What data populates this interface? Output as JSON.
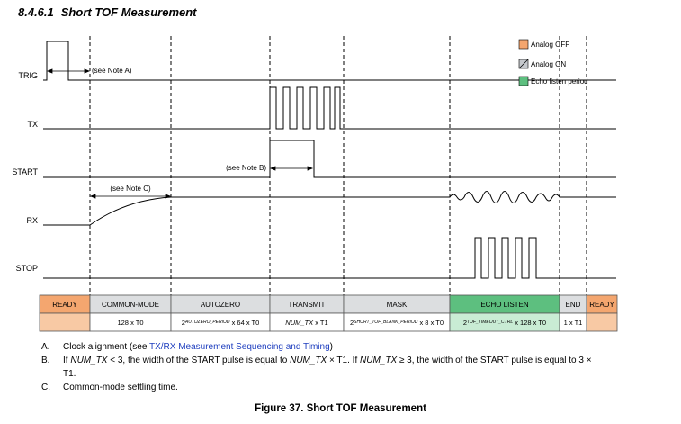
{
  "section": {
    "number": "8.4.6.1",
    "title": "Short TOF Measurement"
  },
  "signals": [
    "TRIG",
    "TX",
    "START",
    "RX",
    "STOP"
  ],
  "annotations": {
    "note_a": "(see Note A)",
    "note_b": "(see Note B)",
    "note_c": "(see Note C)"
  },
  "legend": [
    {
      "label": "Analog OFF",
      "color": "#f4a66f"
    },
    {
      "label": "Analog ON",
      "color": "#c5c8cc"
    },
    {
      "label": "Echo listen period",
      "color": "#5dbf7f"
    }
  ],
  "phases": [
    {
      "name": "READY",
      "duration": "",
      "color": "#f4a66f"
    },
    {
      "name": "COMMON-MODE",
      "duration": "128 x T0",
      "color": "#dcdee0"
    },
    {
      "name": "AUTOZERO",
      "duration_prefix": "2",
      "duration_sub": "AUTOZERO_PERIOD",
      "duration_suffix": " x 64 x T0",
      "color": "#dcdee0"
    },
    {
      "name": "TRANSMIT",
      "duration_italic": "NUM_TX",
      "duration_suffix": " x T1",
      "color": "#dcdee0"
    },
    {
      "name": "MASK",
      "duration_prefix": "2",
      "duration_sub": "SHORT_TOF_BLANK_PERIOD",
      "duration_suffix": " x 8 x T0",
      "color": "#dcdee0"
    },
    {
      "name": "ECHO LISTEN",
      "duration_prefix": "2",
      "duration_sub": "TOF_TIMEOUT_CTRL",
      "duration_suffix": " x 128 x T0",
      "color": "#5dbf7f"
    },
    {
      "name": "END",
      "duration": "1 x T1",
      "color": "#dcdee0"
    },
    {
      "name": "READY",
      "duration": "",
      "color": "#f4a66f"
    }
  ],
  "notes": [
    {
      "letter": "A.",
      "prefix": "Clock alignment (see ",
      "link": "TX/RX Measurement Sequencing and Timing",
      "suffix": ")"
    },
    {
      "letter": "B.",
      "text_html_parts": [
        "If ",
        "NUM_TX",
        " < 3, the width of the START pulse is equal to ",
        "NUM_TX",
        " × T1. If ",
        "NUM_TX",
        " ≥ 3, the width of the START pulse is equal to 3 × T1."
      ]
    },
    {
      "letter": "C.",
      "text": "Common-mode settling time."
    }
  ],
  "caption": "Figure 37. Short TOF Measurement"
}
